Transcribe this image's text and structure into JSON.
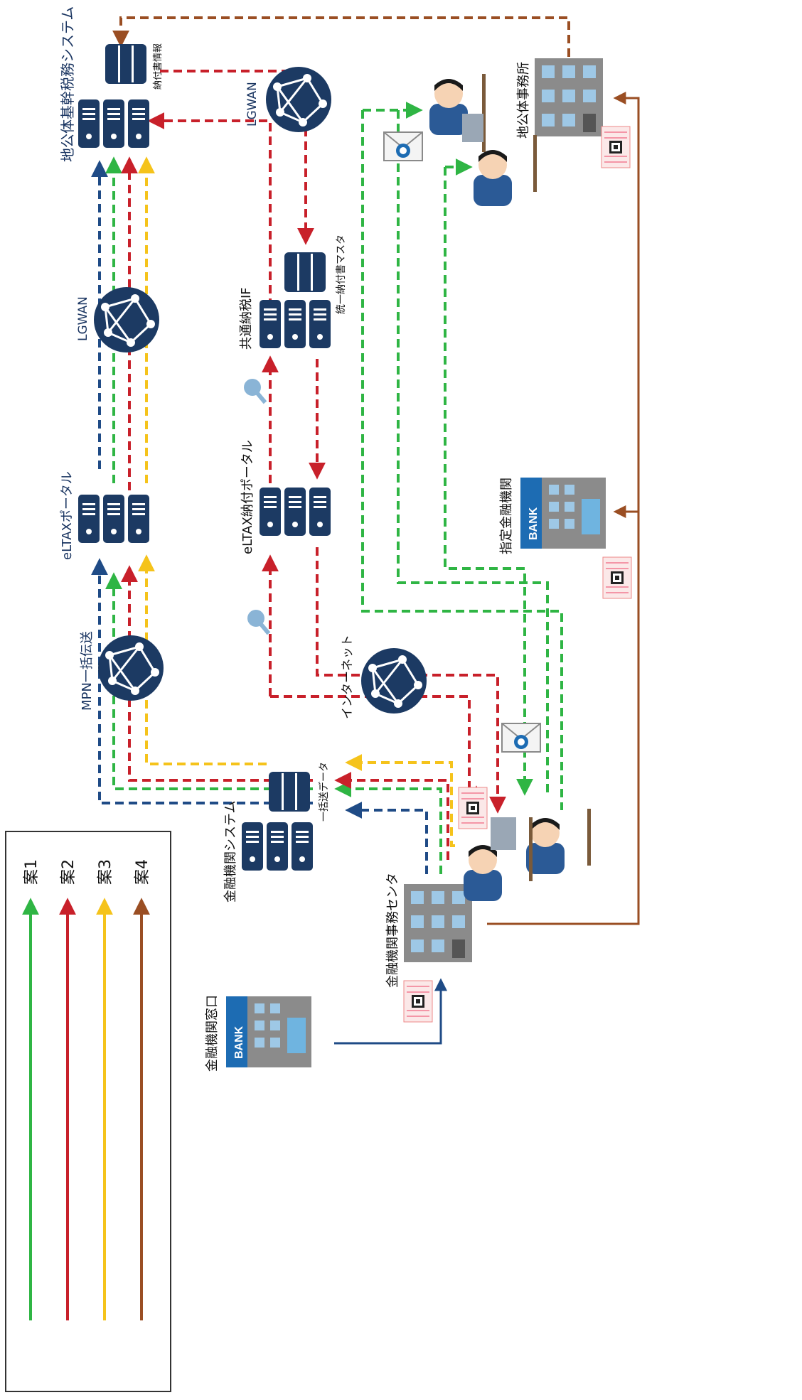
{
  "labels": {
    "core_system": "地公体基幹税務システム",
    "payment_info": "納付書情報",
    "lgwan_top": "LGWAN",
    "lgwan_mid": "LGWAN",
    "common_if": "共通納税IF",
    "unified_master": "統一納付書マスタ",
    "eltax_portal": "eLTAXポータル",
    "eltax_payment_portal": "eLTAX納付ポータル",
    "mpn_batch": "MPN一括伝送",
    "internet": "インターネット",
    "bank_system": "金融機関システム",
    "batch_data": "一括送データ",
    "bank_center": "金融機関事務センタ",
    "bank_window": "金融機関窓口",
    "designated_bank": "指定金融機関",
    "local_gov_office": "地公体事務所",
    "bank_sign": "BANK"
  },
  "legend": {
    "items": [
      {
        "label": "案1",
        "color": "#2fb544"
      },
      {
        "label": "案2",
        "color": "#c8202a"
      },
      {
        "label": "案3",
        "color": "#f5c31b"
      },
      {
        "label": "案4",
        "color": "#9a4e23"
      }
    ]
  },
  "colors": {
    "plan1": "#2fb544",
    "plan2": "#c8202a",
    "plan3": "#f5c31b",
    "plan4": "#9a4e23",
    "mpn": "#1f4b86",
    "server": "#1c3a63",
    "globe": "#1c3a63"
  }
}
